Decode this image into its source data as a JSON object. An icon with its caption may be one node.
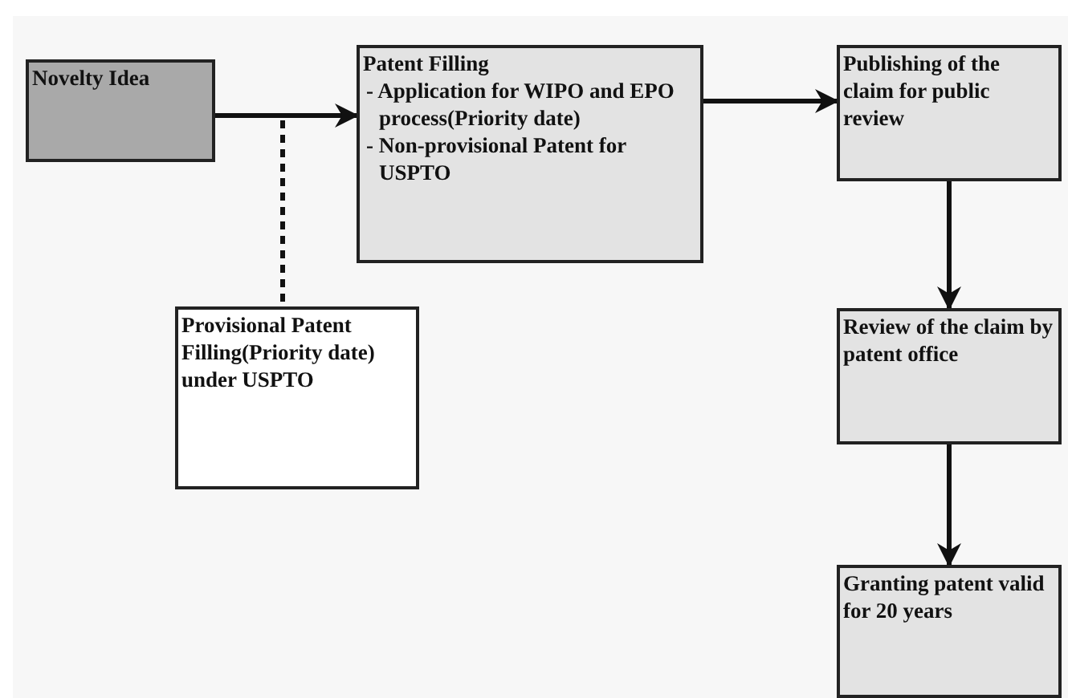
{
  "diagram": {
    "nodes": [
      {
        "text": [
          "Novelty Idea"
        ]
      },
      {
        "text": [
          "Patent Filling",
          "- Application for WIPO and EPO process(Priority date)",
          "- Non-provisional Patent for USPTO"
        ]
      },
      {
        "text": [
          "Provisional Patent Filling(Priority date) under USPTO"
        ]
      },
      {
        "text": [
          "Publishing of the claim for public review"
        ]
      },
      {
        "text": [
          "Review of the claim by patent office"
        ]
      },
      {
        "text": [
          "Granting patent valid for 20 years"
        ]
      }
    ],
    "edges": [
      {
        "from": 0,
        "to": 1,
        "arrow": "to"
      },
      {
        "from": 0,
        "to": 2,
        "arrow": "none",
        "style": "dashed"
      },
      {
        "from": 1,
        "to": 3,
        "arrow": "to"
      },
      {
        "from": 3,
        "to": 4,
        "arrow": "to"
      },
      {
        "from": 4,
        "to": 5,
        "arrow": "to"
      }
    ]
  }
}
